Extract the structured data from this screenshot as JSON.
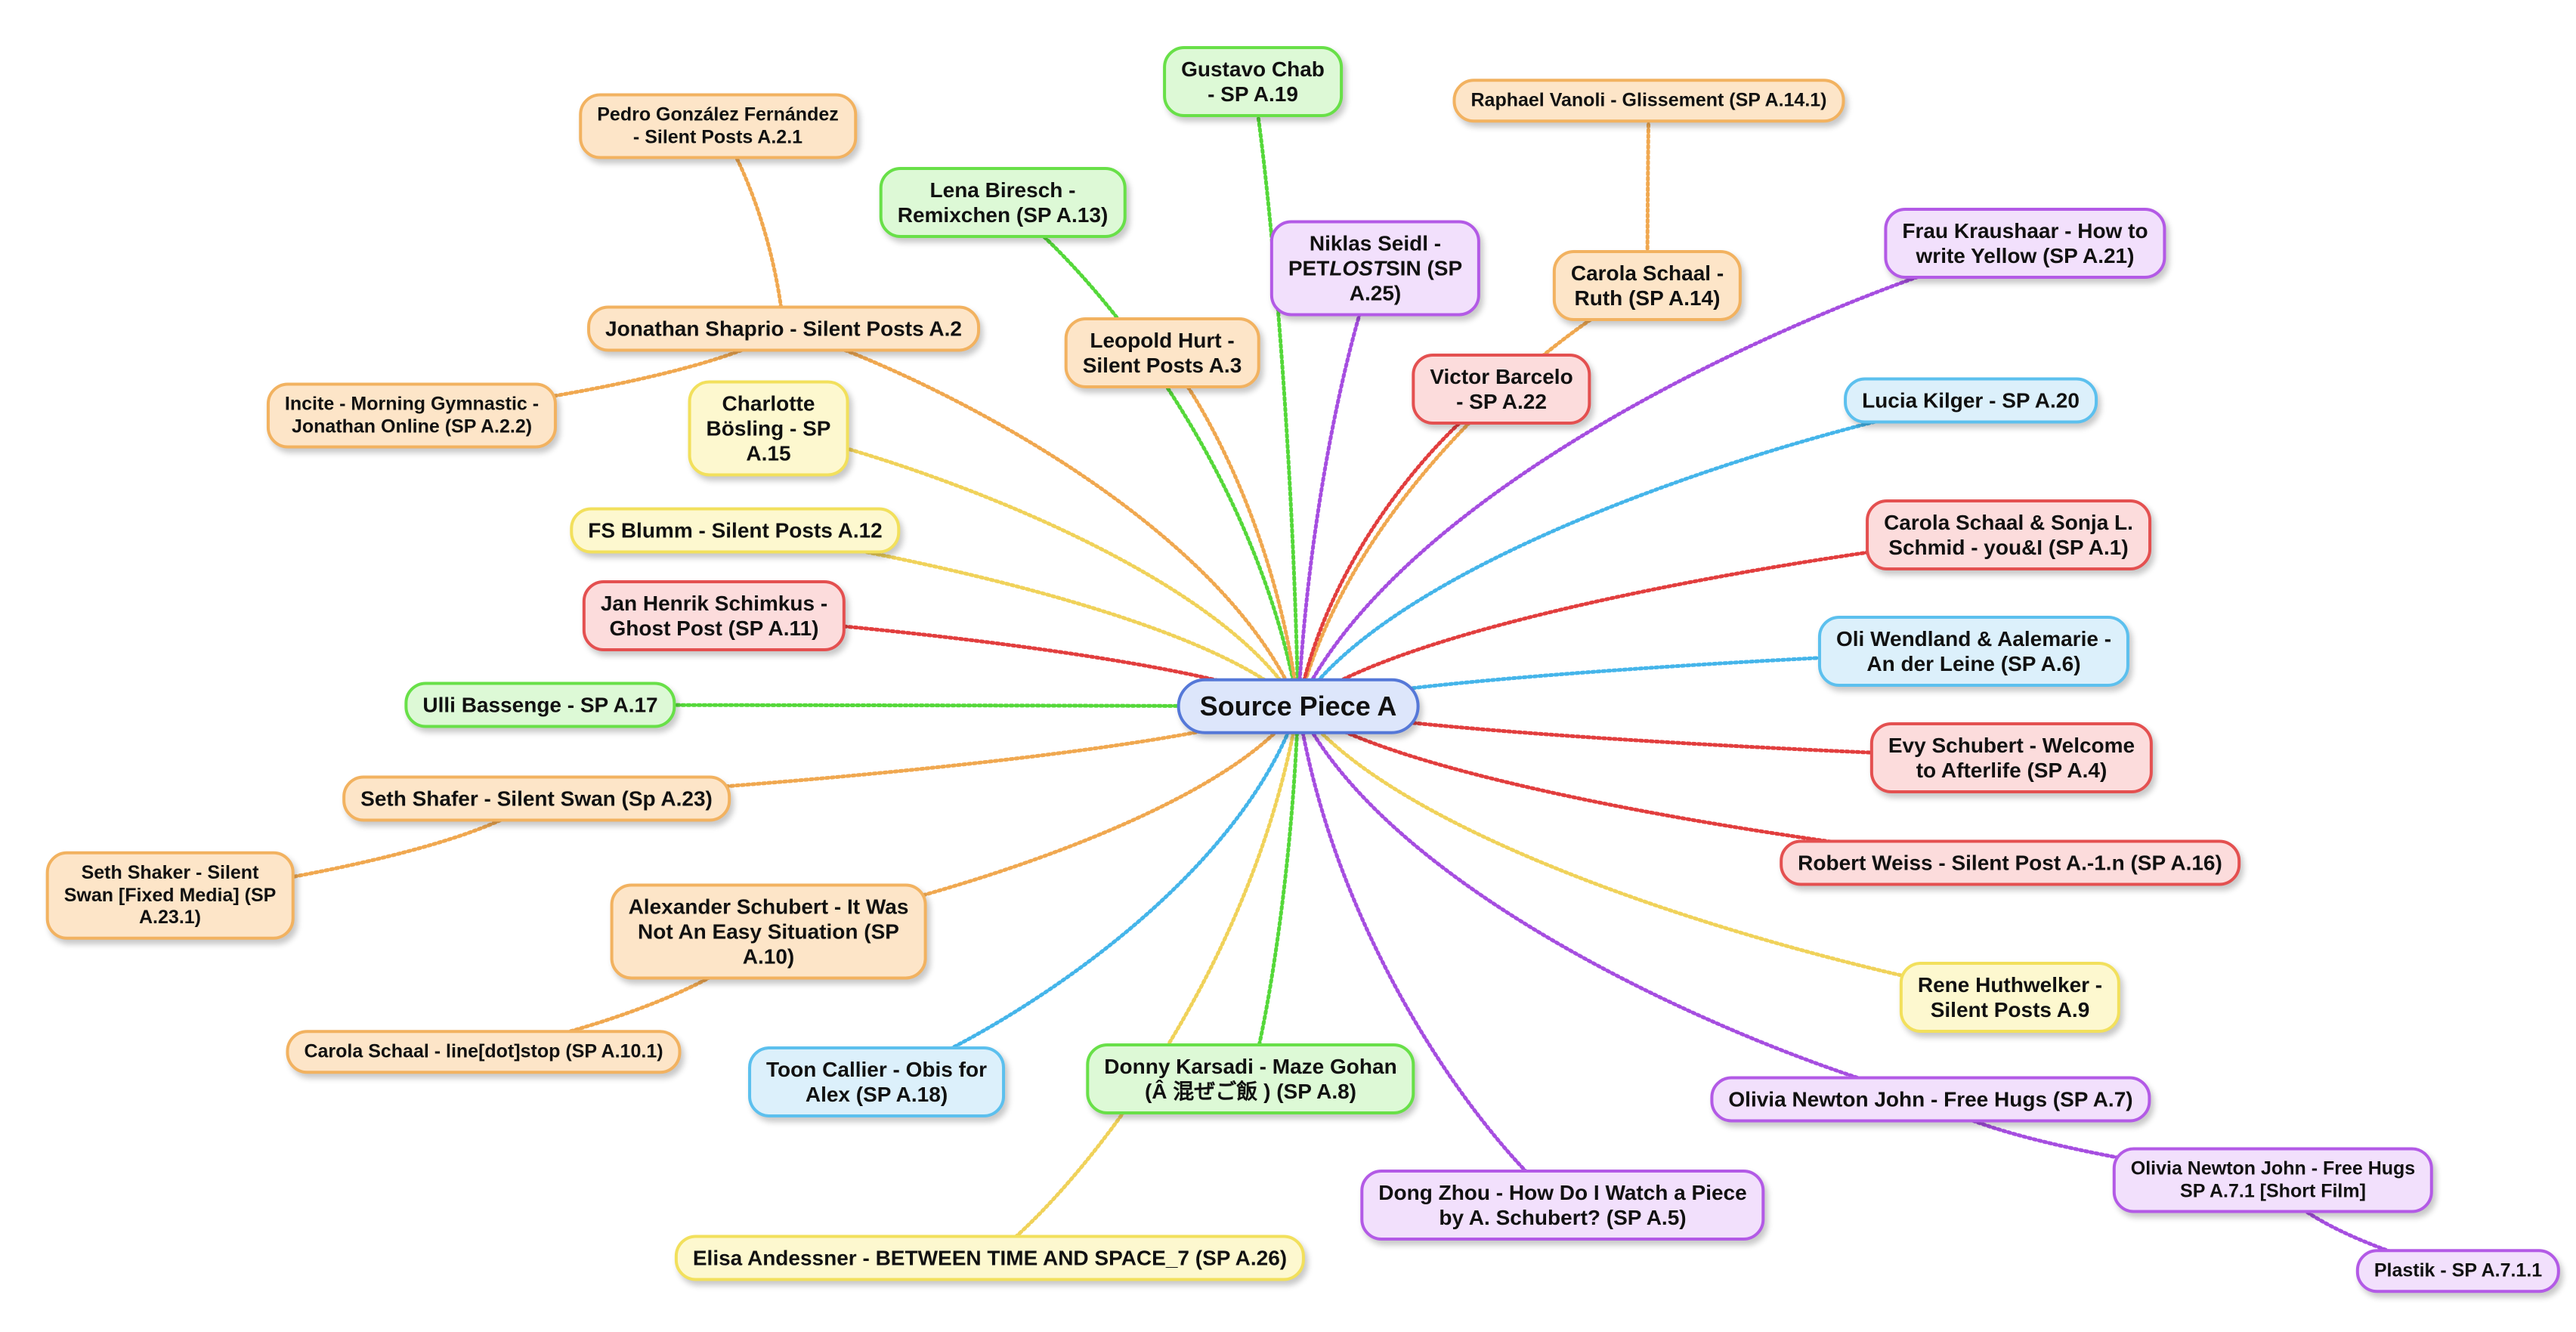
{
  "colors": {
    "blue": {
      "bg": "#dde6fb",
      "border": "#5578d8",
      "edge": "#5578d8"
    },
    "orange": {
      "bg": "#fde5c8",
      "border": "#f2b260",
      "edge": "#f0a850"
    },
    "green": {
      "bg": "#ddf9d6",
      "border": "#68e048",
      "edge": "#55d83a"
    },
    "purple": {
      "bg": "#f2e0fc",
      "border": "#b35ae6",
      "edge": "#a64ee0"
    },
    "red": {
      "bg": "#fcdcdc",
      "border": "#e45050",
      "edge": "#e23e3e"
    },
    "cyan": {
      "bg": "#dcf0fb",
      "border": "#5cc0ee",
      "edge": "#45b5ea"
    },
    "yellow": {
      "bg": "#fdf8cf",
      "border": "#f2e05c",
      "edge": "#f0d25a"
    }
  },
  "root": {
    "id": "root",
    "label": "Source Piece A",
    "color": "blue"
  },
  "nodes": [
    {
      "id": "gustavo",
      "parent": "root",
      "color": "green",
      "lines": [
        "Gustavo Chab",
        "- SP A.19"
      ]
    },
    {
      "id": "raphael",
      "parent": "carola14",
      "color": "orange",
      "lines": [
        "Raphael Vanoli - Glissement (SP A.14.1)"
      ]
    },
    {
      "id": "pedro",
      "parent": "jonathan",
      "color": "orange",
      "lines": [
        "Pedro González Fernández",
        "- Silent Posts A.2.1"
      ]
    },
    {
      "id": "lena",
      "parent": "root",
      "color": "green",
      "lines": [
        "Lena Biresch -",
        "Remixchen (SP A.13)"
      ]
    },
    {
      "id": "niklas",
      "parent": "root",
      "color": "purple",
      "lines": [
        "Niklas Seidl -",
        "PETLOSTSIN (SP",
        "A.25)"
      ]
    },
    {
      "id": "frau",
      "parent": "root",
      "color": "purple",
      "lines": [
        "Frau Kraushaar - How to",
        "write Yellow (SP A.21)"
      ]
    },
    {
      "id": "carola14",
      "parent": "root",
      "color": "orange",
      "lines": [
        "Carola Schaal -",
        "Ruth (SP A.14)"
      ]
    },
    {
      "id": "jonathan",
      "parent": "root",
      "color": "orange",
      "lines": [
        "Jonathan Shaprio - Silent Posts A.2"
      ]
    },
    {
      "id": "leopold",
      "parent": "root",
      "color": "orange",
      "lines": [
        "Leopold Hurt -",
        "Silent Posts A.3"
      ]
    },
    {
      "id": "victor",
      "parent": "root",
      "color": "red",
      "lines": [
        "Victor Barcelo",
        "- SP A.22"
      ]
    },
    {
      "id": "incite",
      "parent": "jonathan",
      "color": "orange",
      "lines": [
        "Incite - Morning Gymnastic -",
        "Jonathan Online (SP A.2.2)"
      ]
    },
    {
      "id": "charlotte",
      "parent": "root",
      "color": "yellow",
      "lines": [
        "Charlotte",
        "Bösling - SP",
        "A.15"
      ]
    },
    {
      "id": "lucia",
      "parent": "root",
      "color": "cyan",
      "lines": [
        "Lucia Kilger - SP A.20"
      ]
    },
    {
      "id": "fsblumm",
      "parent": "root",
      "color": "yellow",
      "lines": [
        "FS Blumm - Silent Posts A.12"
      ]
    },
    {
      "id": "carolasonja",
      "parent": "root",
      "color": "red",
      "lines": [
        "Carola Schaal & Sonja L.",
        "Schmid - you&I (SP A.1)"
      ]
    },
    {
      "id": "jan",
      "parent": "root",
      "color": "red",
      "lines": [
        "Jan Henrik Schimkus -",
        "Ghost Post (SP A.11)"
      ]
    },
    {
      "id": "oli",
      "parent": "root",
      "color": "cyan",
      "lines": [
        "Oli Wendland & Aalemarie -",
        "An der Leine (SP A.6)"
      ]
    },
    {
      "id": "ulli",
      "parent": "root",
      "color": "green",
      "lines": [
        "Ulli Bassenge - SP A.17"
      ]
    },
    {
      "id": "evy",
      "parent": "root",
      "color": "red",
      "lines": [
        "Evy Schubert - Welcome",
        "to Afterlife (SP A.4)"
      ]
    },
    {
      "id": "seth",
      "parent": "root",
      "color": "orange",
      "lines": [
        "Seth Shafer - Silent Swan (Sp A.23)"
      ]
    },
    {
      "id": "robert",
      "parent": "root",
      "color": "red",
      "lines": [
        "Robert Weiss - Silent Post A.-1.n (SP A.16)"
      ]
    },
    {
      "id": "sethshaker",
      "parent": "seth",
      "color": "orange",
      "lines": [
        "Seth Shaker - Silent",
        "Swan [Fixed Media] (SP",
        "A.23.1)"
      ]
    },
    {
      "id": "alexander",
      "parent": "root",
      "color": "orange",
      "lines": [
        "Alexander Schubert - It Was",
        "Not An Easy Situation (SP",
        "A.10)"
      ]
    },
    {
      "id": "rene",
      "parent": "root",
      "color": "yellow",
      "lines": [
        "Rene Huthwelker -",
        "Silent Posts A.9"
      ]
    },
    {
      "id": "carola101",
      "parent": "alexander",
      "color": "orange",
      "lines": [
        "Carola Schaal - line[dot]stop (SP A.10.1)"
      ]
    },
    {
      "id": "toon",
      "parent": "root",
      "color": "cyan",
      "lines": [
        "Toon Callier - Obis for",
        "Alex (SP A.18)"
      ]
    },
    {
      "id": "donny",
      "parent": "root",
      "color": "green",
      "lines": [
        "Donny Karsadi - Maze Gohan",
        "(Â 混ぜご飯 ) (SP A.8)"
      ]
    },
    {
      "id": "olivia",
      "parent": "root",
      "color": "purple",
      "lines": [
        "Olivia Newton John - Free Hugs (SP A.7)"
      ]
    },
    {
      "id": "olivia71",
      "parent": "olivia",
      "color": "purple",
      "lines": [
        "Olivia Newton John - Free Hugs",
        "SP A.7.1 [Short Film]"
      ]
    },
    {
      "id": "dong",
      "parent": "root",
      "color": "purple",
      "lines": [
        "Dong Zhou - How Do I Watch a Piece",
        "by A. Schubert? (SP A.5)"
      ]
    },
    {
      "id": "plastik",
      "parent": "olivia71",
      "color": "purple",
      "lines": [
        "Plastik - SP A.7.1.1"
      ]
    },
    {
      "id": "elisa",
      "parent": "root",
      "color": "yellow",
      "lines": [
        "Elisa Andessner - BETWEEN TIME AND SPACE_7 (SP A.26)"
      ]
    }
  ]
}
